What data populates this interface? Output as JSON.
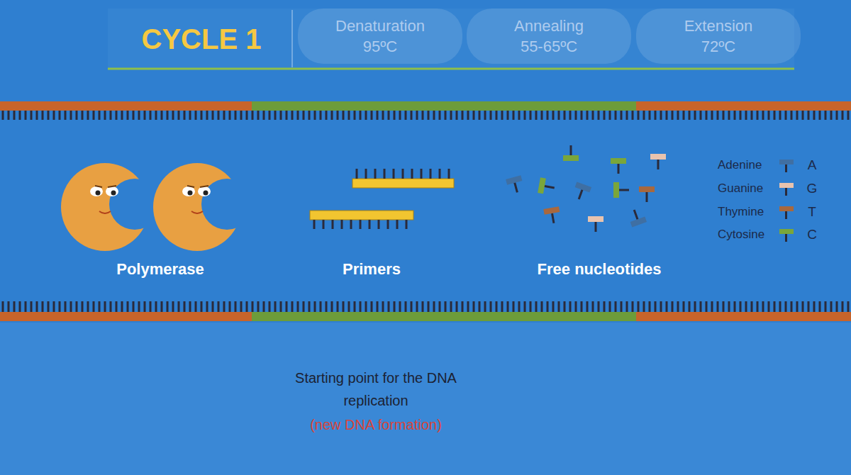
{
  "diagram": {
    "nodes": [
      {
        "text": [
          "CYCLE 1"
        ]
      },
      {
        "text": [
          "Denaturation",
          "95ºC"
        ]
      },
      {
        "text": [
          "Annealing",
          "55-65ºC"
        ]
      },
      {
        "text": [
          "Extension",
          "72ºC"
        ]
      }
    ],
    "labels": [
      "Polymerase",
      "Primers",
      "Free nucleotides",
      "Starting point for the DNA replication",
      "(new DNA formation)",
      "A",
      "G",
      "T",
      "C"
    ],
    "legend": [
      {
        "text": "Adenine",
        "color": "#3f6fa3"
      },
      {
        "text": "Guanine",
        "color": "#e8c3ae"
      },
      {
        "text": "Thymine",
        "color": "#a8683e"
      },
      {
        "text": "Cytosine",
        "color": "#7aa63a"
      }
    ]
  }
}
